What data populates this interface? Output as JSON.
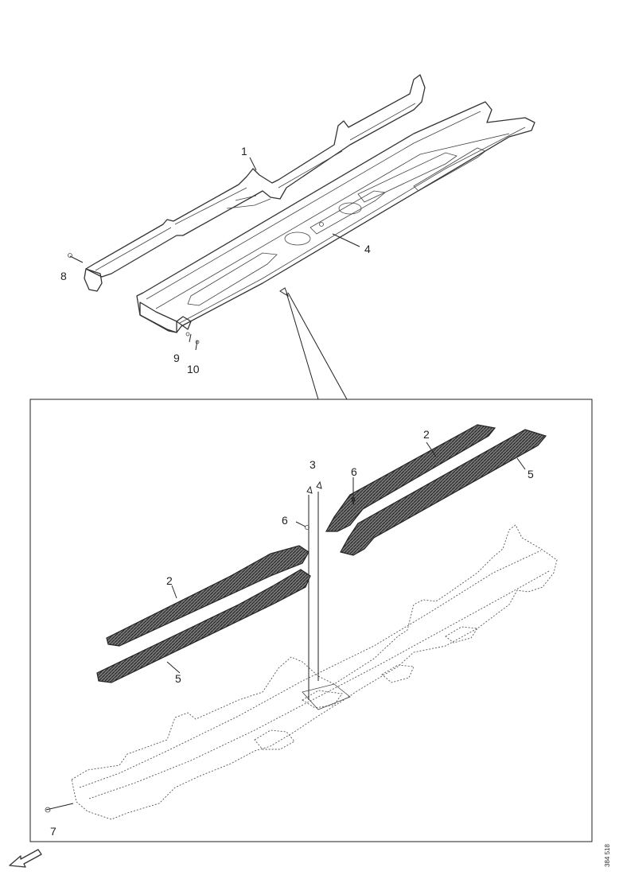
{
  "callouts": {
    "c1": "1",
    "c2a": "2",
    "c2b": "2",
    "c3": "3",
    "c4": "4",
    "c5a": "5",
    "c5b": "5",
    "c6a": "6",
    "c6b": "6",
    "c7": "7",
    "c8": "8",
    "c9": "9",
    "c10": "10"
  },
  "drawing_code": "384 518"
}
